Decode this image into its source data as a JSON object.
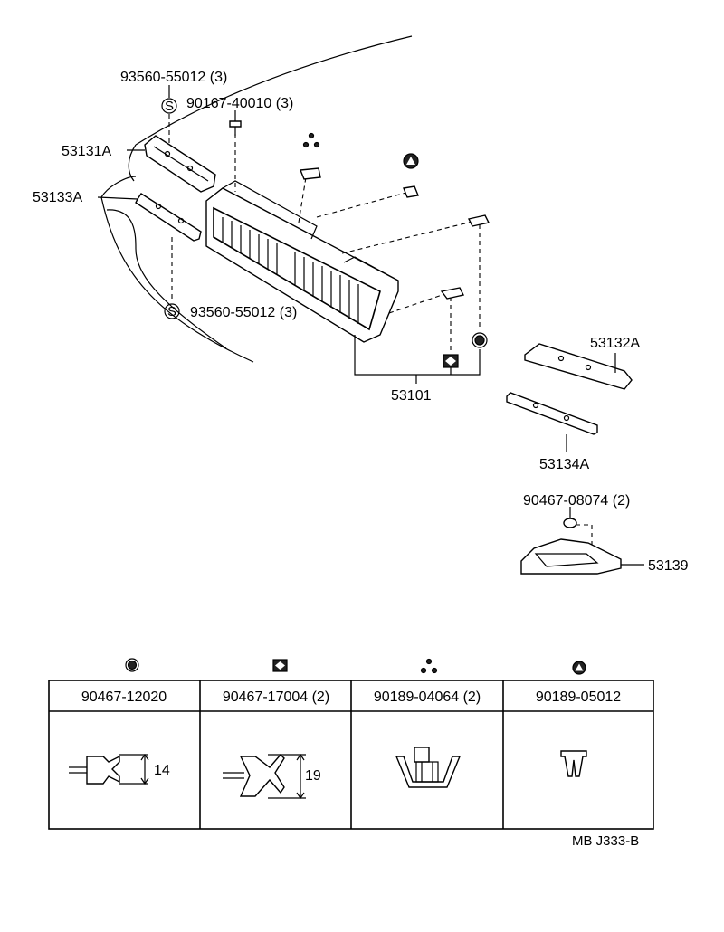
{
  "parts": {
    "bolt_top_left": "93560-55012 (3)",
    "screw_top": "90167-40010 (3)",
    "upper_left_bracket": "53131A",
    "lower_left_bracket": "53133A",
    "bolt_bottom_left": "93560-55012 (3)",
    "grille_assembly": "53101",
    "upper_right_bracket": "53132A",
    "lower_right_bracket": "53134A",
    "clip_small": "90467-08074 (2)",
    "lower_cover": "53139"
  },
  "symbols": {
    "bolt_symbol": "S"
  },
  "table": {
    "columns": [
      {
        "symbol": "circle-dot-icon",
        "part": "90467-12020",
        "dimension": "14"
      },
      {
        "symbol": "diamond-square-icon",
        "part": "90467-17004 (2)",
        "dimension": "19"
      },
      {
        "symbol": "three-dots-icon",
        "part": "90189-04064 (2)",
        "dimension": ""
      },
      {
        "symbol": "triangle-circle-icon",
        "part": "90189-05012",
        "dimension": ""
      }
    ]
  },
  "footer": {
    "drawing_code": "MB J333-B"
  }
}
